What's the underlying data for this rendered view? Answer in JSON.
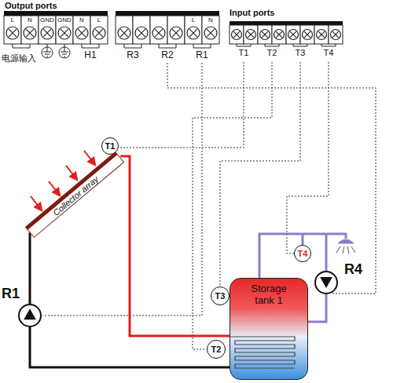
{
  "diagram": {
    "nodes": [
      {
        "text": [
          "T1"
        ]
      },
      {
        "text": [
          "Collector array"
        ]
      },
      {
        "text": [
          "T4"
        ]
      },
      {
        "text": [
          "R4"
        ]
      },
      {
        "text": [
          "T3"
        ]
      },
      {
        "text": [
          "Storage tank 1"
        ]
      },
      {
        "text": [
          "R1"
        ]
      },
      {
        "text": [
          "T2"
        ]
      }
    ],
    "edges": [
      {
        "from": 1,
        "to": 5,
        "arrow": "none"
      },
      {
        "from": 5,
        "to": 6,
        "arrow": "none"
      },
      {
        "from": 6,
        "to": 1,
        "arrow": "none"
      },
      {
        "from": 5,
        "to": 3,
        "arrow": "none"
      }
    ],
    "labels": [
      "Output ports",
      "L",
      "N",
      "GND",
      "GND",
      "N",
      "L",
      "L",
      "N",
      "电源输入",
      "H1",
      "R3",
      "R2",
      "R1",
      "Input ports",
      "T1",
      "T2",
      "T3",
      "T4"
    ]
  }
}
